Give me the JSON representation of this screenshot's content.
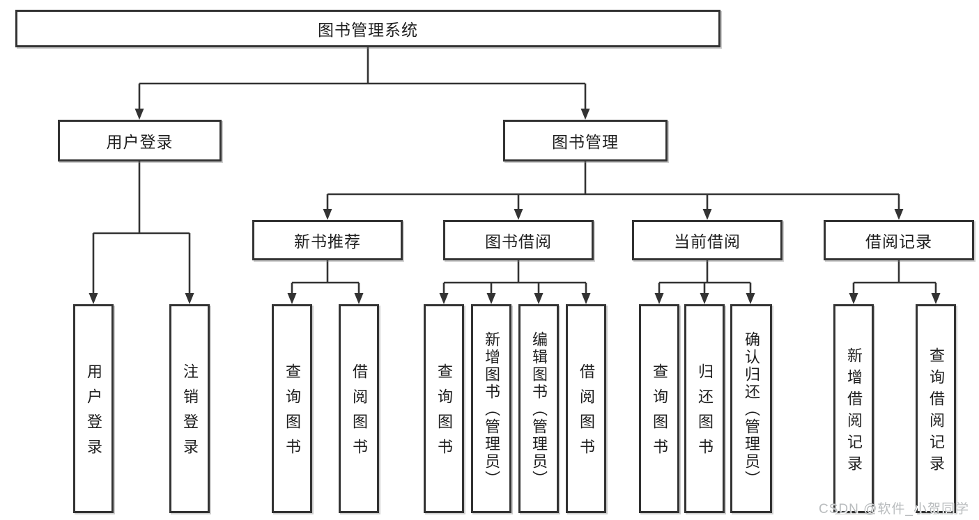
{
  "diagram": {
    "root": {
      "label": "图书管理系统"
    },
    "level2": [
      {
        "label": "用户登录"
      },
      {
        "label": "图书管理"
      }
    ],
    "level3": [
      {
        "label": "新书推荐",
        "parent": "图书管理"
      },
      {
        "label": "图书借阅",
        "parent": "图书管理"
      },
      {
        "label": "当前借阅",
        "parent": "图书管理"
      },
      {
        "label": "借阅记录",
        "parent": "图书管理"
      }
    ],
    "leaves": [
      {
        "label": "用户登录",
        "parent": "用户登录"
      },
      {
        "label": "注销登录",
        "parent": "用户登录"
      },
      {
        "label": "查询图书",
        "parent": "新书推荐"
      },
      {
        "label": "借阅图书",
        "parent": "新书推荐"
      },
      {
        "label": "查询图书",
        "parent": "图书借阅"
      },
      {
        "label": "新增图书（管理员）",
        "parent": "图书借阅"
      },
      {
        "label": "编辑图书（管理员）",
        "parent": "图书借阅"
      },
      {
        "label": "借阅图书",
        "parent": "图书借阅"
      },
      {
        "label": "查询图书",
        "parent": "当前借阅"
      },
      {
        "label": "归还图书",
        "parent": "当前借阅"
      },
      {
        "label": "确认归还（管理员）",
        "parent": "当前借阅"
      },
      {
        "label": "新增借阅记录",
        "parent": "借阅记录"
      },
      {
        "label": "查询借阅记录",
        "parent": "借阅记录"
      }
    ],
    "watermark": "CSDN @软件_小贺同学",
    "colors": {
      "line": "#333333",
      "border": "#333333",
      "text": "#1f1f1f",
      "background": "#ffffff",
      "watermark": "#b9bcbe"
    }
  }
}
